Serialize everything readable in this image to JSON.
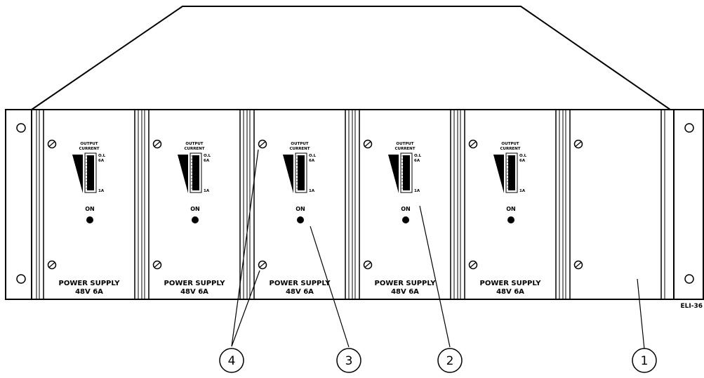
{
  "drawing_code": "ELI-36",
  "module_text": {
    "meter_title_line1": "OUTPUT",
    "meter_title_line2": "CURRENT",
    "scale_top_line1": "O.L",
    "scale_top_line2": "6A",
    "scale_bottom": "1A",
    "indicator_label": "ON",
    "name_line1": "POWER SUPPLY",
    "name_line2": "48V  6A"
  },
  "modules": [
    {
      "populated": true
    },
    {
      "populated": true
    },
    {
      "populated": true
    },
    {
      "populated": true
    },
    {
      "populated": true
    },
    {
      "populated": false
    }
  ],
  "callouts": [
    "4",
    "3",
    "2",
    "1"
  ]
}
